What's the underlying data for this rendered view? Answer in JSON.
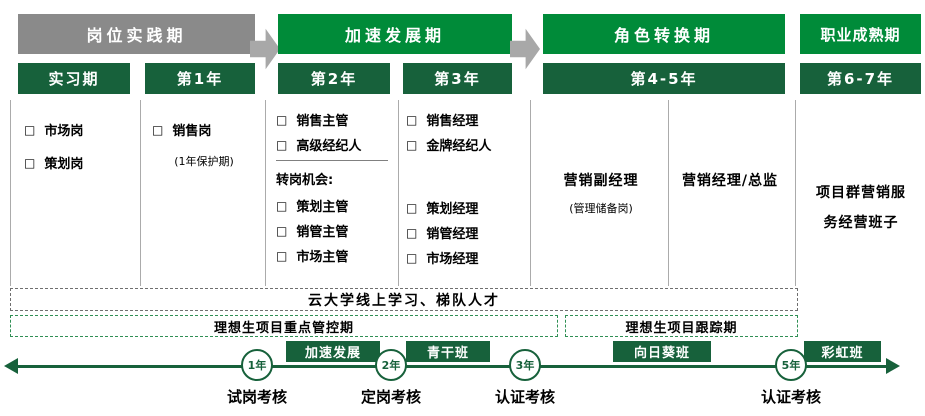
{
  "stages": [
    {
      "label": "岗位实践期",
      "color": "#8A8A8A"
    },
    {
      "label": "加速发展期",
      "color": "#008B39"
    },
    {
      "label": "角色转换期",
      "color": "#008B39"
    },
    {
      "label": "职业成熟期",
      "color": "#008B39"
    }
  ],
  "periods": [
    {
      "label": "实习期"
    },
    {
      "label": "第1年"
    },
    {
      "label": "第2年"
    },
    {
      "label": "第3年"
    },
    {
      "label": "第4-5年"
    },
    {
      "label": "第6-7年"
    }
  ],
  "checkbox_icon": "□",
  "columns": {
    "internship": {
      "items": [
        "市场岗",
        "策划岗"
      ]
    },
    "year1": {
      "item": "销售岗",
      "note": "(1年保护期)"
    },
    "year2": {
      "top_items": [
        "销售主管",
        "高级经纪人"
      ],
      "transfer_heading": "转岗机会:",
      "bottom_items": [
        "策划主管",
        "销管主管",
        "市场主管"
      ]
    },
    "year3": {
      "top_items": [
        "销售经理",
        "金牌经纪人"
      ],
      "bottom_items": [
        "策划经理",
        "销管经理",
        "市场经理"
      ]
    },
    "year4_5": {
      "left_title": "营销副经理",
      "left_note": "(管理储备岗)",
      "right_title": "营销经理/总监"
    },
    "year6_7": {
      "title": "项目群营销服务经营班子"
    }
  },
  "bands": {
    "training": "云大学线上学习、梯队人才",
    "key_control": "理想生项目重点管控期",
    "tracking": "理想生项目跟踪期"
  },
  "timeline": {
    "programs": [
      {
        "label": "加速发展"
      },
      {
        "label": "青干班"
      },
      {
        "label": "向日葵班"
      },
      {
        "label": "彩虹班"
      }
    ],
    "milestones": [
      {
        "year": "1年",
        "label": "试岗考核"
      },
      {
        "year": "2年",
        "label": "定岗考核"
      },
      {
        "year": "3年",
        "label": "认证考核"
      },
      {
        "year": "5年",
        "label": "认证考核"
      }
    ]
  },
  "colors": {
    "stage_gray": "#8A8A8A",
    "stage_green": "#008B39",
    "dark_green": "#17613B",
    "arrow_gray": "#A8A8A8"
  }
}
